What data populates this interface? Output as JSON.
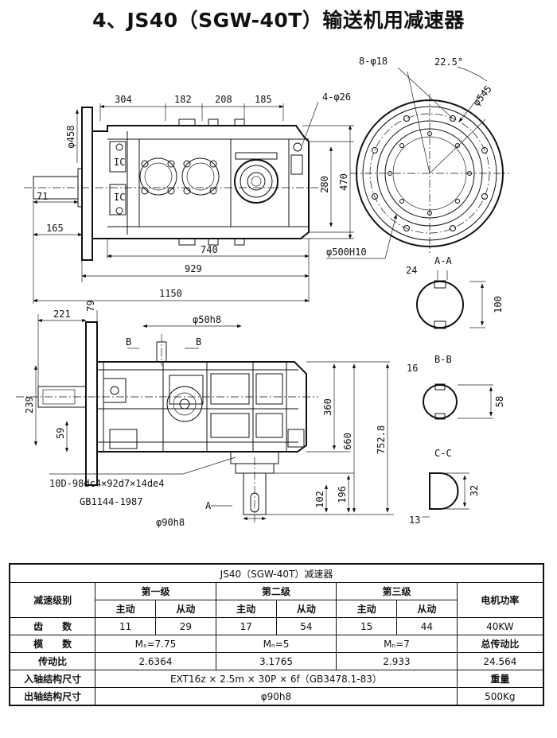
{
  "title": "4、JS40（SGW-40T）输送机用减速器",
  "dims": {
    "d_304": "304",
    "d_182": "182",
    "d_208": "208",
    "d_185": "185",
    "d_4phi26": "4-φ26",
    "d_phi458": "φ458",
    "d_71": "71",
    "d_165": "165",
    "d_280": "280",
    "d_470": "470",
    "d_740": "740",
    "d_929": "929",
    "d_1150": "1150",
    "d_8phi18": "8-φ18",
    "d_22_5": "22.5°",
    "d_phi545": "φ545",
    "d_phi500": "φ500H10",
    "d_221": "221",
    "d_79": "79",
    "d_phi50": "φ50h8",
    "d_B1": "B",
    "d_B2": "B",
    "d_239": "239",
    "d_59": "59",
    "d_360": "360",
    "d_660": "660",
    "d_752": "752.8",
    "d_196": "196",
    "d_102": "102",
    "d_A": "A",
    "d_phi90": "φ90h8",
    "spline": "10D-98dc4×92d7×14de4",
    "gb": "GB1144-1987"
  },
  "sections": {
    "aa": {
      "label": "A-A",
      "w": "24",
      "h": "100"
    },
    "bb": {
      "label": "B-B",
      "w": "16",
      "h": "58"
    },
    "cc": {
      "label": "C-C",
      "w": "13",
      "h": "32"
    }
  },
  "table": {
    "caption": "JS40（SGW-40T）减速器",
    "row_stage": "减速级别",
    "stage1": "第一级",
    "stage2": "第二级",
    "stage3": "第三级",
    "motor_power": "电机功率",
    "drive": "主动",
    "driven": "从动",
    "row_teeth": "齿　　数",
    "t1a": "11",
    "t1b": "29",
    "t2a": "17",
    "t2b": "54",
    "t3a": "15",
    "t3b": "44",
    "power_val": "40KW",
    "row_module": "模　　数",
    "m1": "Mₛ=7.75",
    "m2": "Mₙ=5",
    "m3": "Mₙ=7",
    "total_ratio_label": "总传动比",
    "row_ratio": "传动比",
    "r1": "2.6364",
    "r2": "3.1765",
    "r3": "2.933",
    "total_ratio": "24.564",
    "row_input": "入轴结构尺寸",
    "input_val": "EXT16z × 2.5m × 30P × 6f（GB3478.1-83）",
    "weight_label": "重量",
    "row_output": "出轴结构尺寸",
    "output_val": "φ90h8",
    "weight_val": "500Kg"
  }
}
